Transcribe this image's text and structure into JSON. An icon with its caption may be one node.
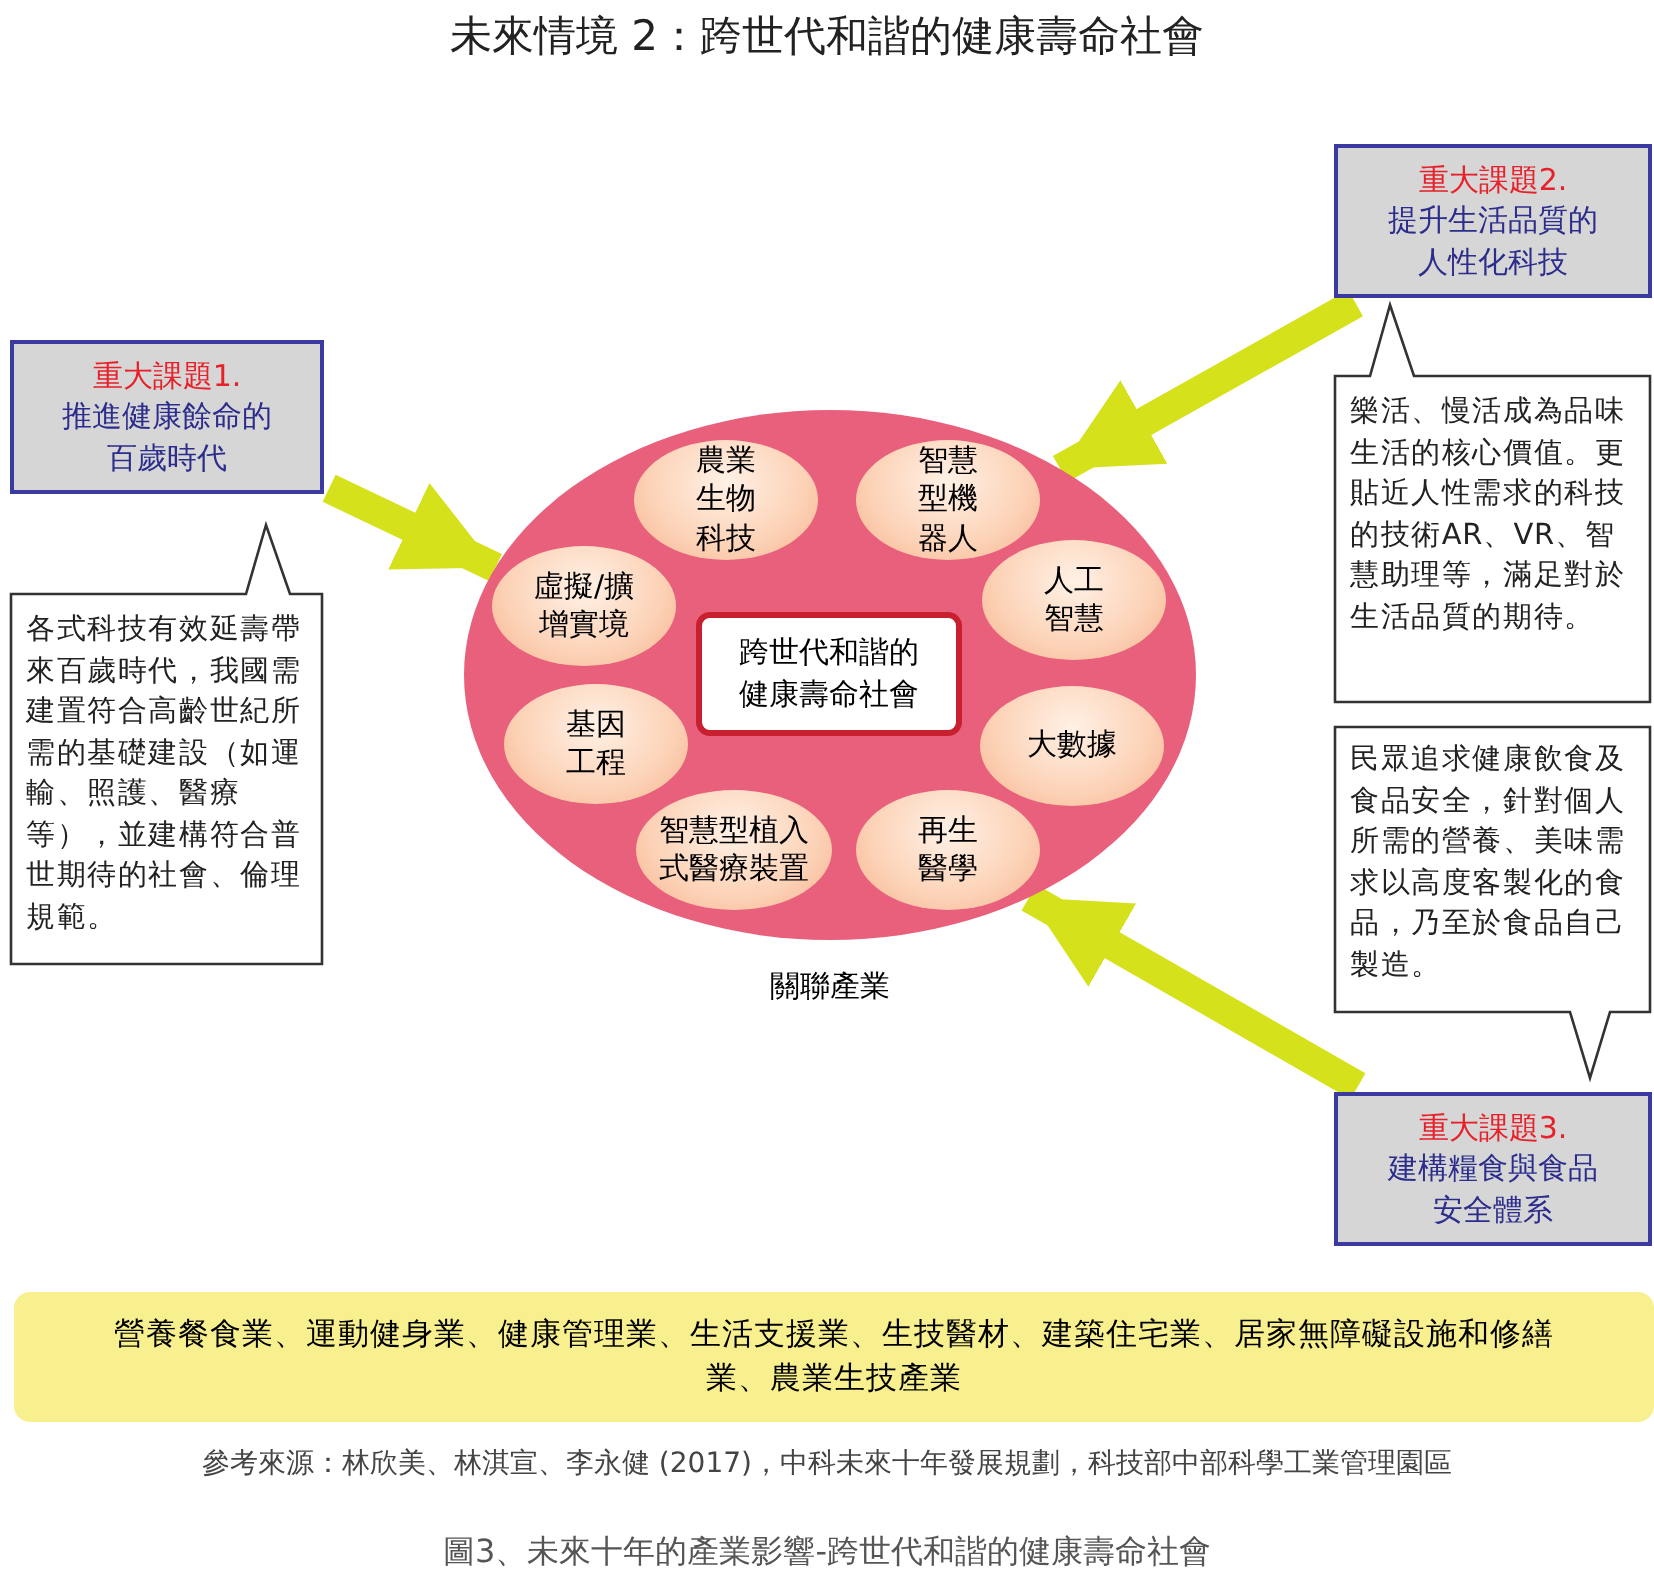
{
  "diagram": {
    "title": "未來情境 2：跨世代和諧的健康壽命社會",
    "caption": "圖3、未來十年的產業影響-跨世代和諧的健康壽命社會",
    "nodes": [
      {
        "text": [],
        "shape": "circle",
        "beside": [
          "關聯產業"
        ]
      },
      {
        "text": [
          "跨世代和諧的健康壽命社會"
        ],
        "in": 0
      },
      {
        "text": [
          "農業生物科技"
        ],
        "in": 0
      },
      {
        "text": [
          "智慧型機器人"
        ],
        "in": 0
      },
      {
        "text": [
          "虛擬/擴增實境"
        ],
        "in": 0
      },
      {
        "text": [
          "人工智慧"
        ],
        "in": 0
      },
      {
        "text": [
          "基因工程"
        ],
        "in": 0
      },
      {
        "text": [
          "大數據"
        ],
        "in": 0
      },
      {
        "text": [
          "智慧型植入式醫療裝置"
        ],
        "in": 0
      },
      {
        "text": [
          "再生醫學"
        ],
        "in": 0
      },
      {
        "text": [
          "重大課題1.",
          "推進健康餘命的百歲時代"
        ]
      },
      {
        "text": [
          "各式科技有效延壽帶來百歲時代，我國需建置符合高齡世紀所需的基礎建設（如運輸、照護、醫療等），並建構符合普世期待的社會、倫理規範。"
        ]
      },
      {
        "text": [
          "重大課題2.",
          "提升生活品質的人性化科技"
        ]
      },
      {
        "text": [
          "樂活、慢活成為品味生活的核心價值。更貼近人性需求的科技的技術AR、VR、智慧助理等，滿足對於生活品質的期待。"
        ]
      },
      {
        "text": [
          "民眾追求健康飲食及食品安全，針對個人所需的營養、美味需求以高度客製化的食品，乃至於食品自己製造。"
        ]
      },
      {
        "text": [
          "重大課題3.",
          "建構糧食與食品安全體系"
        ]
      },
      {
        "text": [
          "營養餐食業、運動健身業、健康管理業、生活支援業、生技醫材、建築住宅業、居家無障礙設施和修繕業、農業生技產業"
        ]
      }
    ],
    "edges": [
      {
        "from": 10,
        "to": 0,
        "arrow": "to"
      },
      {
        "from": 12,
        "to": 0,
        "arrow": "to"
      },
      {
        "from": 15,
        "to": 0,
        "arrow": "to"
      }
    ],
    "labels": [
      "參考來源：林欣美、林淇宣、李永健 (2017)，中科未來十年發展規劃，科技部中部科學工業管理園區"
    ]
  }
}
